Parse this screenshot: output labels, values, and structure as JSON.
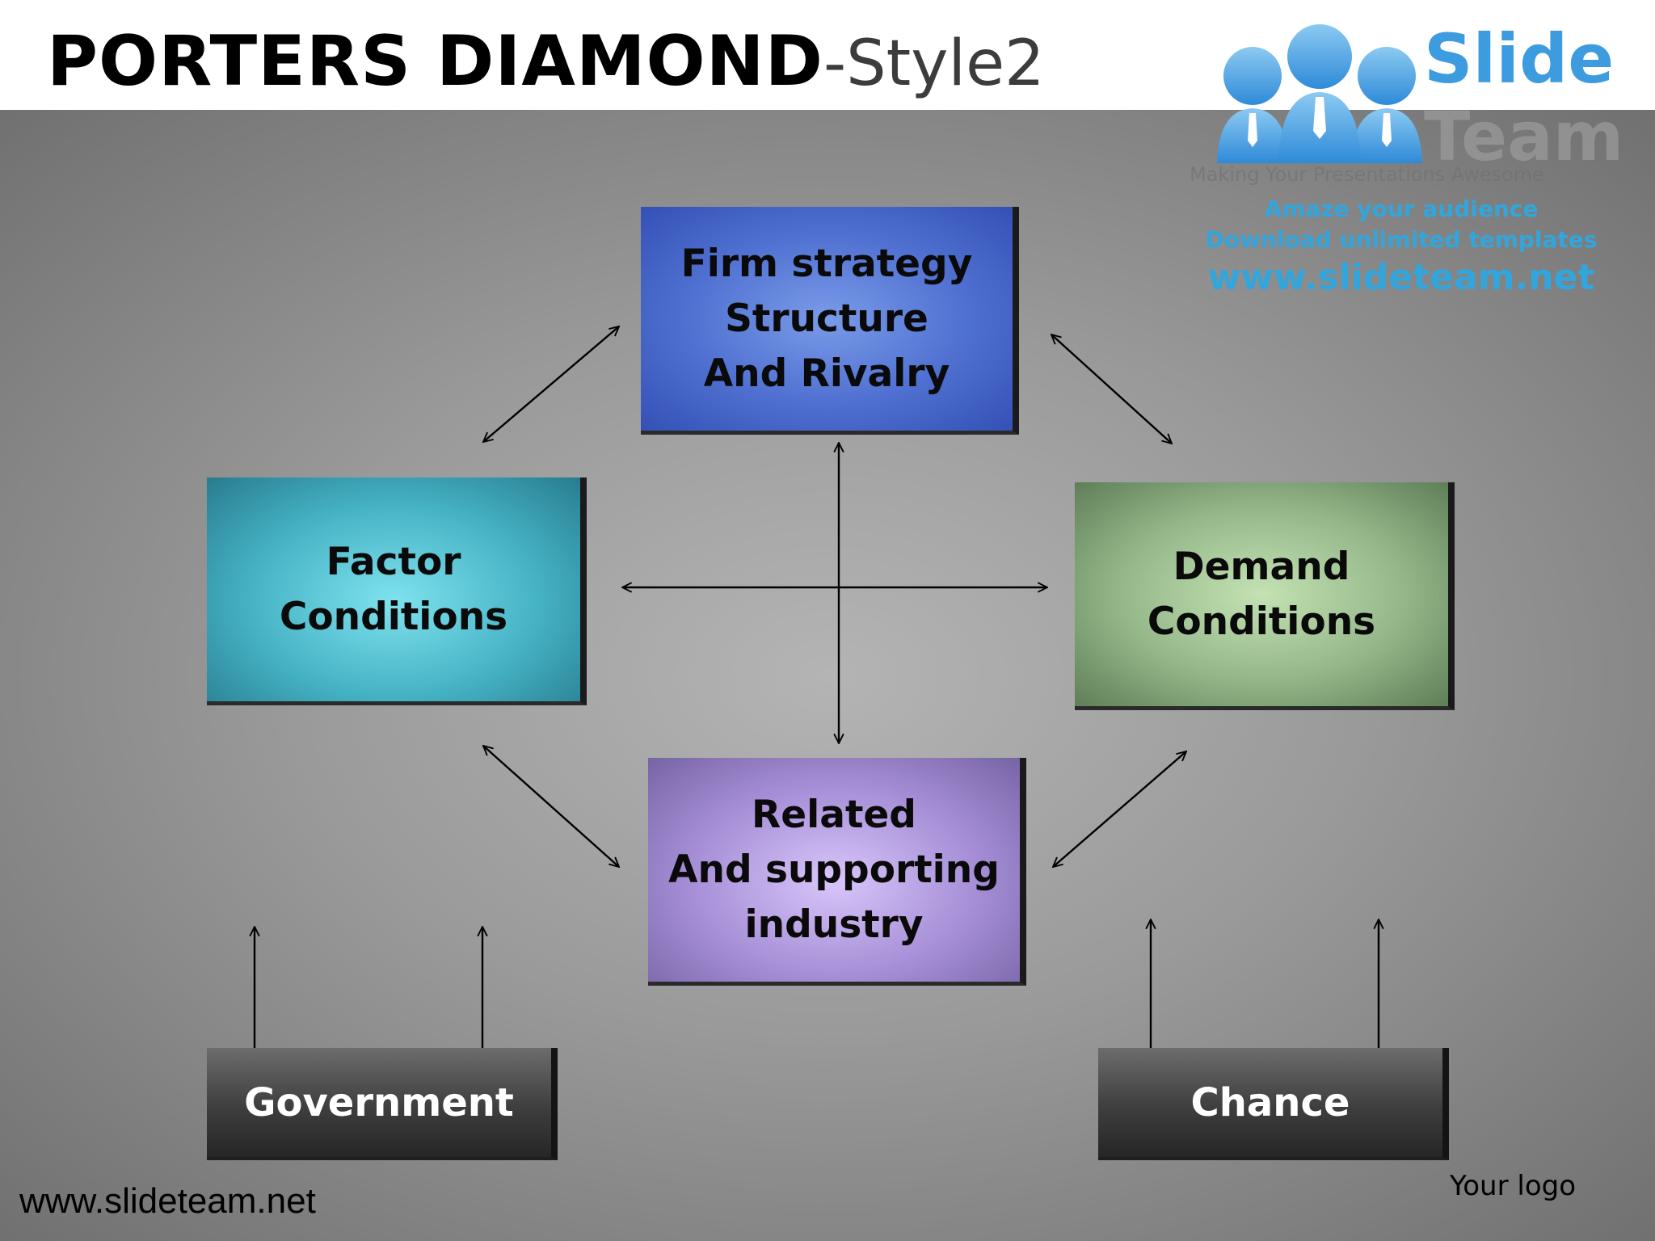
{
  "title": {
    "main": "PORTERS DIAMOND",
    "sub": "-Style2"
  },
  "brand": {
    "logo_word1": "Slide",
    "logo_word2": "Team",
    "tagline": "Making Your Presentations Awesome",
    "promo_line1": "Amaze your audience",
    "promo_line2": "Download unlimited templates",
    "promo_url": "www.slideteam.net",
    "colors": {
      "primary_blue": "#3d9be0",
      "promo_cyan": "#32a6dc"
    }
  },
  "diagram": {
    "firm_strategy": "Firm strategy\nStructure\nAnd Rivalry",
    "factor_conditions": "Factor\nConditions",
    "demand_conditions": "Demand\nConditions",
    "related_industry": "Related\nAnd supporting\nindustry",
    "government": "Government",
    "chance": "Chance"
  },
  "footer": {
    "url": "www.slideteam.net",
    "logo_placeholder": "Your logo"
  }
}
